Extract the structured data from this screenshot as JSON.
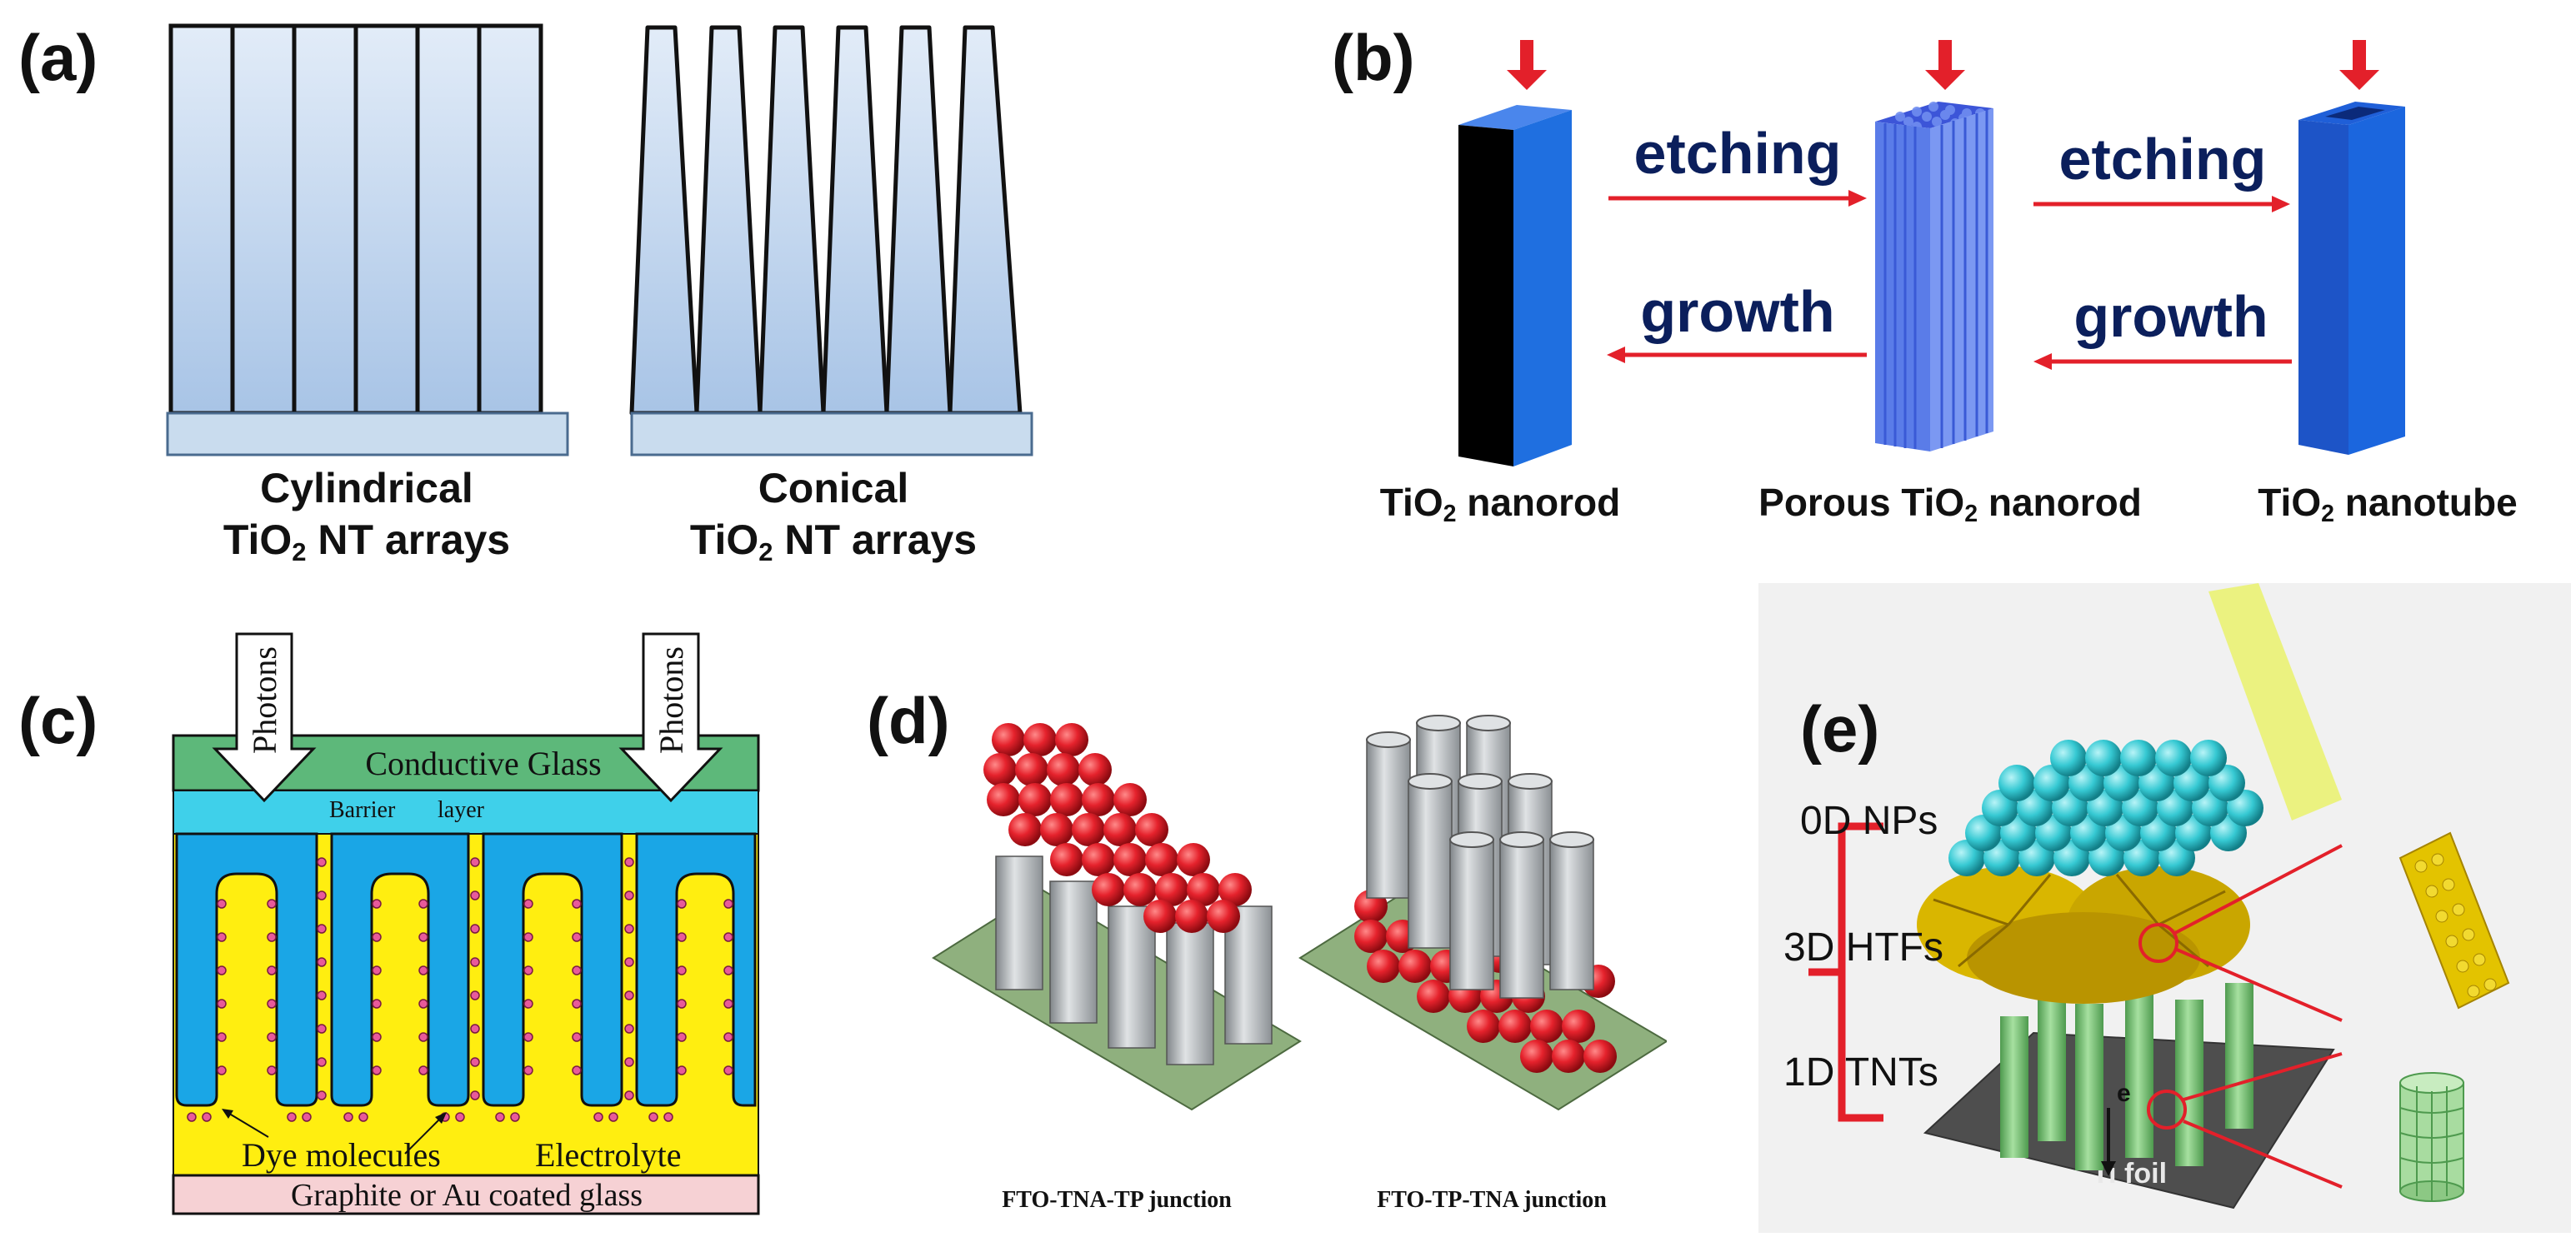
{
  "panels": {
    "a": {
      "label": "(a)",
      "cylindrical": {
        "line1": "Cylindrical",
        "line2_pre": "TiO",
        "line2_sub": "2",
        "line2_post": " NT arrays"
      },
      "conical": {
        "line1": "Conical",
        "line2_pre": "TiO",
        "line2_sub": "2",
        "line2_post": " NT arrays"
      }
    },
    "b": {
      "label": "(b)",
      "etching": "etching",
      "growth": "growth",
      "nanorod": {
        "pre": "TiO",
        "sub": "2",
        "post": " nanorod"
      },
      "porous": {
        "pre": "Porous TiO",
        "sub": "2",
        "post": " nanorod"
      },
      "nanotube": {
        "pre": "TiO",
        "sub": "2",
        "post": " nanotube"
      }
    },
    "c": {
      "label": "(c)",
      "photons": "Photons",
      "conductive_glass": "Conductive Glass",
      "barrier": "Barrier",
      "layer": "layer",
      "dye": "Dye molecules",
      "electrolyte": "Electrolyte",
      "bottom": "Graphite or Au coated glass"
    },
    "d": {
      "label": "(d)",
      "left_caption": "FTO-TNA-TP junction",
      "right_caption": "FTO-TP-TNA junction"
    },
    "e": {
      "label": "(e)",
      "np": "0D NPs",
      "htf": "3D HTFs",
      "tnt": "1D TNTs",
      "electron": "e",
      "foil": "Ti foil"
    }
  },
  "colors": {
    "tube_fill": "#c5d8ee",
    "arrow_red": "#e3202a",
    "etch_text": "#0b1f5c",
    "blue_bar": "#1f6fe0",
    "glass_green": "#5db87a",
    "barrier_cyan": "#3fd0ea",
    "dye_yellow": "#ffee10",
    "tube_blue": "#1aa6e6",
    "bottom_pink": "#f6d1d4",
    "sphere_red": "#e5222c",
    "cyl_gray": "#b4b9bd",
    "base_green": "#8fb07e",
    "np_cyan": "#36c9d3",
    "htf_gold": "#d9b600",
    "tnt_green": "#79c579"
  }
}
